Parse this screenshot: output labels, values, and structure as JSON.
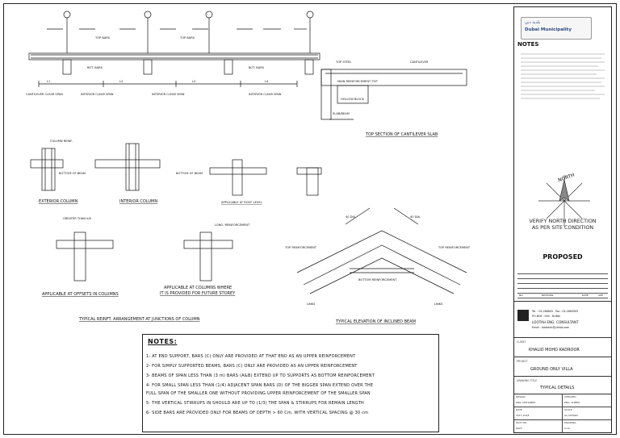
{
  "sheet": {
    "notes_title": "NOTES:",
    "notes": [
      "1- AT END SUPPORT, BARS (C) ONLY ARE PROVIDED AT THAT END AS AN UPPER REINFORCEMENT",
      "2- FOR SIMPLY SUPPORTED BEAMS, BARS (C) ONLY ARE PROVIDED AS AN UPPER REINFORCEMENT",
      "3- BEAMS OF SPAN LESS THAN (3 m) BARS (A&B) EXTEND UP TO SUPPORTS AS BOTTOM REINFORCEMENT",
      "4- FOR SMALL SPAN LESS THAN (1/4) ADJACENT SPAN BARS (D) OF THE BIGGER SPAN EXTEND OVER THE",
      "   FULL SPAN OF THE SMALLER ONE WITHOUT PROVIDING UPPER REINFORCEMENT OF THE SMALLER SPAN",
      "5- THE VERTICAL STIRRUPS IN SHOULD ARE UP TO (1/3) THE SPAN & STIRRUPS FOR REMAIN LENGTH",
      "6- SIDE BARS ARE PROVIDED ONLY FOR BEAMS OF DEPTH > 60 Cm. WITH VERTICAL SPACING @ 30 cm"
    ]
  },
  "drawing": {
    "beam_labels": {
      "top_bars": "TOP BARS",
      "bot_bars": "BOT. BARS",
      "top_steel": "TOP STEEL",
      "cantilever": "CANTILEVER",
      "main_reinf_top": "MAIN REINFORCEMENT TOP",
      "hollow_block": "HOLLOW BLOCK",
      "slab_beam": "SLAB/BEAM"
    },
    "spans": [
      "CANTILEVER CLEAR SPAN",
      "INTERIOR CLEAR SPAN",
      "INTERIOR CLEAR SPAN",
      "INTERIOR CLEAR SPAN"
    ],
    "span_marks": [
      "L1",
      "L2",
      "L3",
      "L4"
    ],
    "section_caption": "TOP SECTION OF CANTILEVER SLAB",
    "column_details": {
      "exterior_column": "EXTERIOR COLUMN",
      "interior_column": "INTERIOR COLUMN",
      "applicable_at_roof": "APPLICABLE AT ROOF LEVEL",
      "applicable_offsets": "APPLICABLE AT OFFSETS IN COLUMNS",
      "applicable_future_1": "APPLICABLE AT COLUMNS WHERE",
      "applicable_future_2": "IT IS PROVIDED FOR FUTURE STOREY",
      "junctions_caption": "TYPICAL REINFT. ARRANGEMENT AT JUNCTIONS OF COLUMN",
      "column_reinf": "COLUMN REINF.",
      "bottom_of_beam": "BOTTOM OF BEAM",
      "long_reinf": "LONG. REINFORCEMENT",
      "greater_than": "GREATER THAN h/6"
    },
    "inclined_beam": {
      "top_left": "TOP REINFORCEMENT",
      "top_right": "TOP REINFORCEMENT",
      "bottom": "BOTTOM REINFORCEMENT",
      "links_left": "LINKS",
      "links_right": "LINKS",
      "dim_left": "40 DIA.",
      "dim_right": "40 DIA.",
      "caption": "TYPICAL ELEVATION OF INCLINED BEAM"
    }
  },
  "title_block": {
    "notes_heading": "NOTES",
    "authority_ar": "بلدية دبي",
    "authority_en": "Dubai Municipality",
    "north_label": "NORTH",
    "verify_1": "VERIFY NORTH DIRECTION",
    "verify_2": "AS PER SITE CONDITION",
    "proposed": "PROPOSED",
    "rev_headers": [
      "NO.",
      "REVISION",
      "DATE",
      "APP."
    ],
    "consultant_name": "LOOTAH ENG. CONSULTANT",
    "consultant_tel": "Tel. : 04-2668X9 , Fax : 04-266X9X5",
    "consultant_po": "P.O.BOX : 000 - DUBAI",
    "consultant_email": "Email : lootahec@yahoo.com",
    "client_label": "CLIENT",
    "client": "KHALID MOHD KADROOR",
    "project_label": "PROJECT",
    "project": "GROUND ONLY VILLA",
    "drawing_label": "DRAWING TITLE",
    "drawing_title": "TYPICAL DETAILS",
    "meta": [
      {
        "k": "DESIGN",
        "v": "ENG. MOHAMED"
      },
      {
        "k": "CHECKED",
        "v": "ENG. AHMED"
      },
      {
        "k": "DATE",
        "v": "2017-2018"
      },
      {
        "k": "SCALE",
        "v": "AS SHOWN"
      },
      {
        "k": "PLOT NO.",
        "v": "6823"
      },
      {
        "k": "DRAWING",
        "v": "S-10"
      }
    ]
  }
}
